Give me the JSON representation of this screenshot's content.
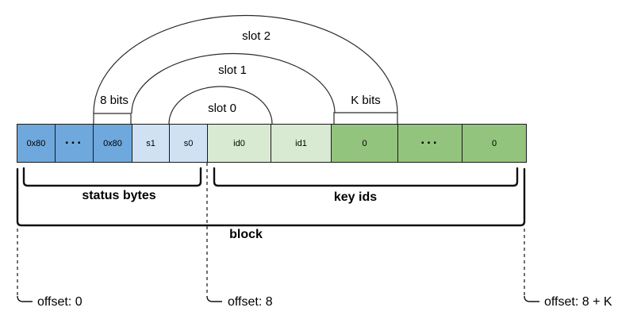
{
  "slots": [
    {
      "label": "slot 0"
    },
    {
      "label": "slot 1"
    },
    {
      "label": "slot 2"
    }
  ],
  "bits": {
    "left": "8 bits",
    "right": "K bits"
  },
  "cells": [
    {
      "label": "0x80"
    },
    {
      "label": "..."
    },
    {
      "label": "0x80"
    },
    {
      "label": "s1"
    },
    {
      "label": "s0"
    },
    {
      "label": "id0"
    },
    {
      "label": "id1"
    },
    {
      "label": "0"
    },
    {
      "label": "..."
    },
    {
      "label": "0"
    }
  ],
  "braces": {
    "status": "status bytes",
    "key_ids": "key ids",
    "block": "block"
  },
  "offsets": [
    {
      "label": "offset: 0"
    },
    {
      "label": "offset: 8"
    },
    {
      "label": "offset: 8 + K"
    }
  ],
  "colors": {
    "status_byte_fill": "#6fa8dc",
    "status_slot_fill": "#cfe2f3",
    "key_id_fill": "#d9ead3",
    "key_zero_fill": "#93c47d",
    "line": "#222222"
  }
}
